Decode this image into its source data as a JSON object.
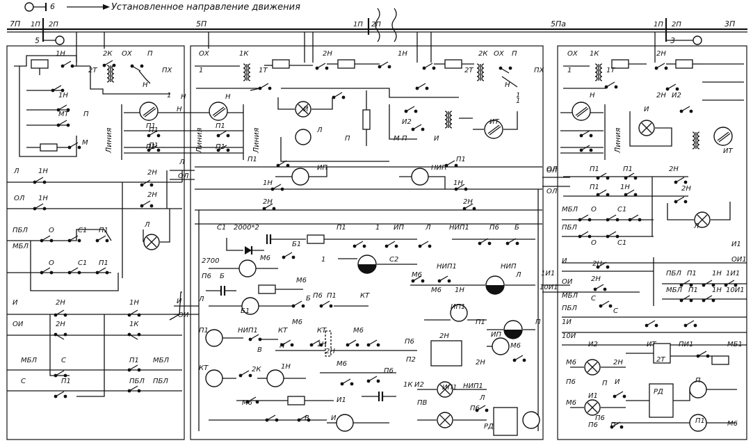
{
  "header": {
    "direction_text": "Установленное направление движения",
    "sig_top": "6",
    "sig_left": "5",
    "sig_right": "3"
  },
  "track": {
    "t7p": "7П",
    "t1p_a": "1П",
    "t2p_a": "2П",
    "t5p": "5П",
    "t1p_b": "1П",
    "t2p_b": "2П",
    "t5pa": "5Па",
    "t1p_c": "1П",
    "t2p_c": "2П",
    "t3p": "3П"
  },
  "left_panel": {
    "labels": [
      "1Н",
      "2К",
      "ОХ",
      "П",
      "ПХ",
      "2Т",
      "Н",
      "1",
      "1Н",
      "МТ",
      "П",
      "М",
      "Н",
      "П1",
      "П1",
      "Л",
      "1Н",
      "ОЛ",
      "1Н",
      "2Н",
      "2Н",
      "Л",
      "ПБЛ",
      "О",
      "С1",
      "П1",
      "МБЛ",
      "О",
      "С1",
      "П1",
      "И",
      "2Н",
      "1Н",
      "ОИ",
      "2Н",
      "1К",
      "С",
      "П1",
      "МБЛ",
      "МБЛ",
      "С",
      "П1",
      "ПБЛ",
      "ПБЛ"
    ],
    "line_text": "Линия"
  },
  "center_panel": {
    "labels": [
      "ОХ",
      "1К",
      "2Н",
      "1Н",
      "2К",
      "ОХ",
      "П",
      "1",
      "1Т",
      "ПХ",
      "2Т",
      "Н",
      "1",
      "Н",
      "Н",
      "И",
      "И2",
      "ИТ",
      "1",
      "П1",
      "П1",
      "П1",
      "П1",
      "Л",
      "П",
      "М",
      "П",
      "И",
      "П1",
      "ИП",
      "НИП",
      "П1",
      "1Н",
      "2Н",
      "1Н",
      "2Н",
      "С1",
      "2000*2",
      "П1",
      "1",
      "ИП",
      "Л",
      "НИП1",
      "П6",
      "Б",
      "Б1",
      "М6",
      "1",
      "С2",
      "2700",
      "П6",
      "Б",
      "НИП1",
      "М6",
      "НИП",
      "Л",
      "М6",
      "Б",
      "Л",
      "Б1",
      "П6",
      "П1",
      "КТ",
      "М6",
      "1Н",
      "ИП1",
      "М6",
      "П1",
      "П",
      "П1",
      "НИП1",
      "КТ",
      "КТ",
      "М6",
      "П6",
      "2Н",
      "ИП",
      "П2",
      "В",
      "Н",
      "1Н",
      "2Н",
      "М6",
      "1Н",
      "2К",
      "КТ",
      "М6",
      "П6",
      "2Н",
      "1К",
      "ПВ",
      "М6",
      "И1",
      "И2",
      "ИП1",
      "НИП1",
      "В",
      "И",
      "Л",
      "П6",
      "РД"
    ],
    "line_text": "Линия"
  },
  "right_panel": {
    "labels": [
      "ОХ",
      "1К",
      "2Н",
      "1",
      "1Т",
      "Н",
      "2Н",
      "И2",
      "И",
      "ИТ",
      "П1",
      "П1",
      "ОЛ",
      "П1",
      "1Н",
      "ОЛ",
      "2Н",
      "2Н",
      "МБЛ",
      "О",
      "С1",
      "ПБЛ",
      "О",
      "С1",
      "Л",
      "И1",
      "ОИ1",
      "ПБЛ",
      "П1",
      "1Н",
      "1И1",
      "МБЛ",
      "П1",
      "1Н",
      "10И1",
      "И",
      "2Н",
      "ОИ",
      "2Н",
      "МБЛ",
      "С",
      "ПБЛ",
      "1И",
      "10И",
      "С",
      "ИТ",
      "ПИ1",
      "МБ1",
      "2Т",
      "М6",
      "И2",
      "2Н",
      "П6",
      "П",
      "П6",
      "И",
      "М6",
      "И1",
      "РД",
      "П",
      "П6",
      "П",
      "П1",
      "М6"
    ],
    "line_text": "Линия"
  },
  "interlinks": [
    "Л",
    "ОЛ",
    "И",
    "ОИ",
    "ОЛ",
    "1И1",
    "10И1"
  ],
  "colors": {
    "ink": "#111111",
    "paper": "#ffffff"
  }
}
